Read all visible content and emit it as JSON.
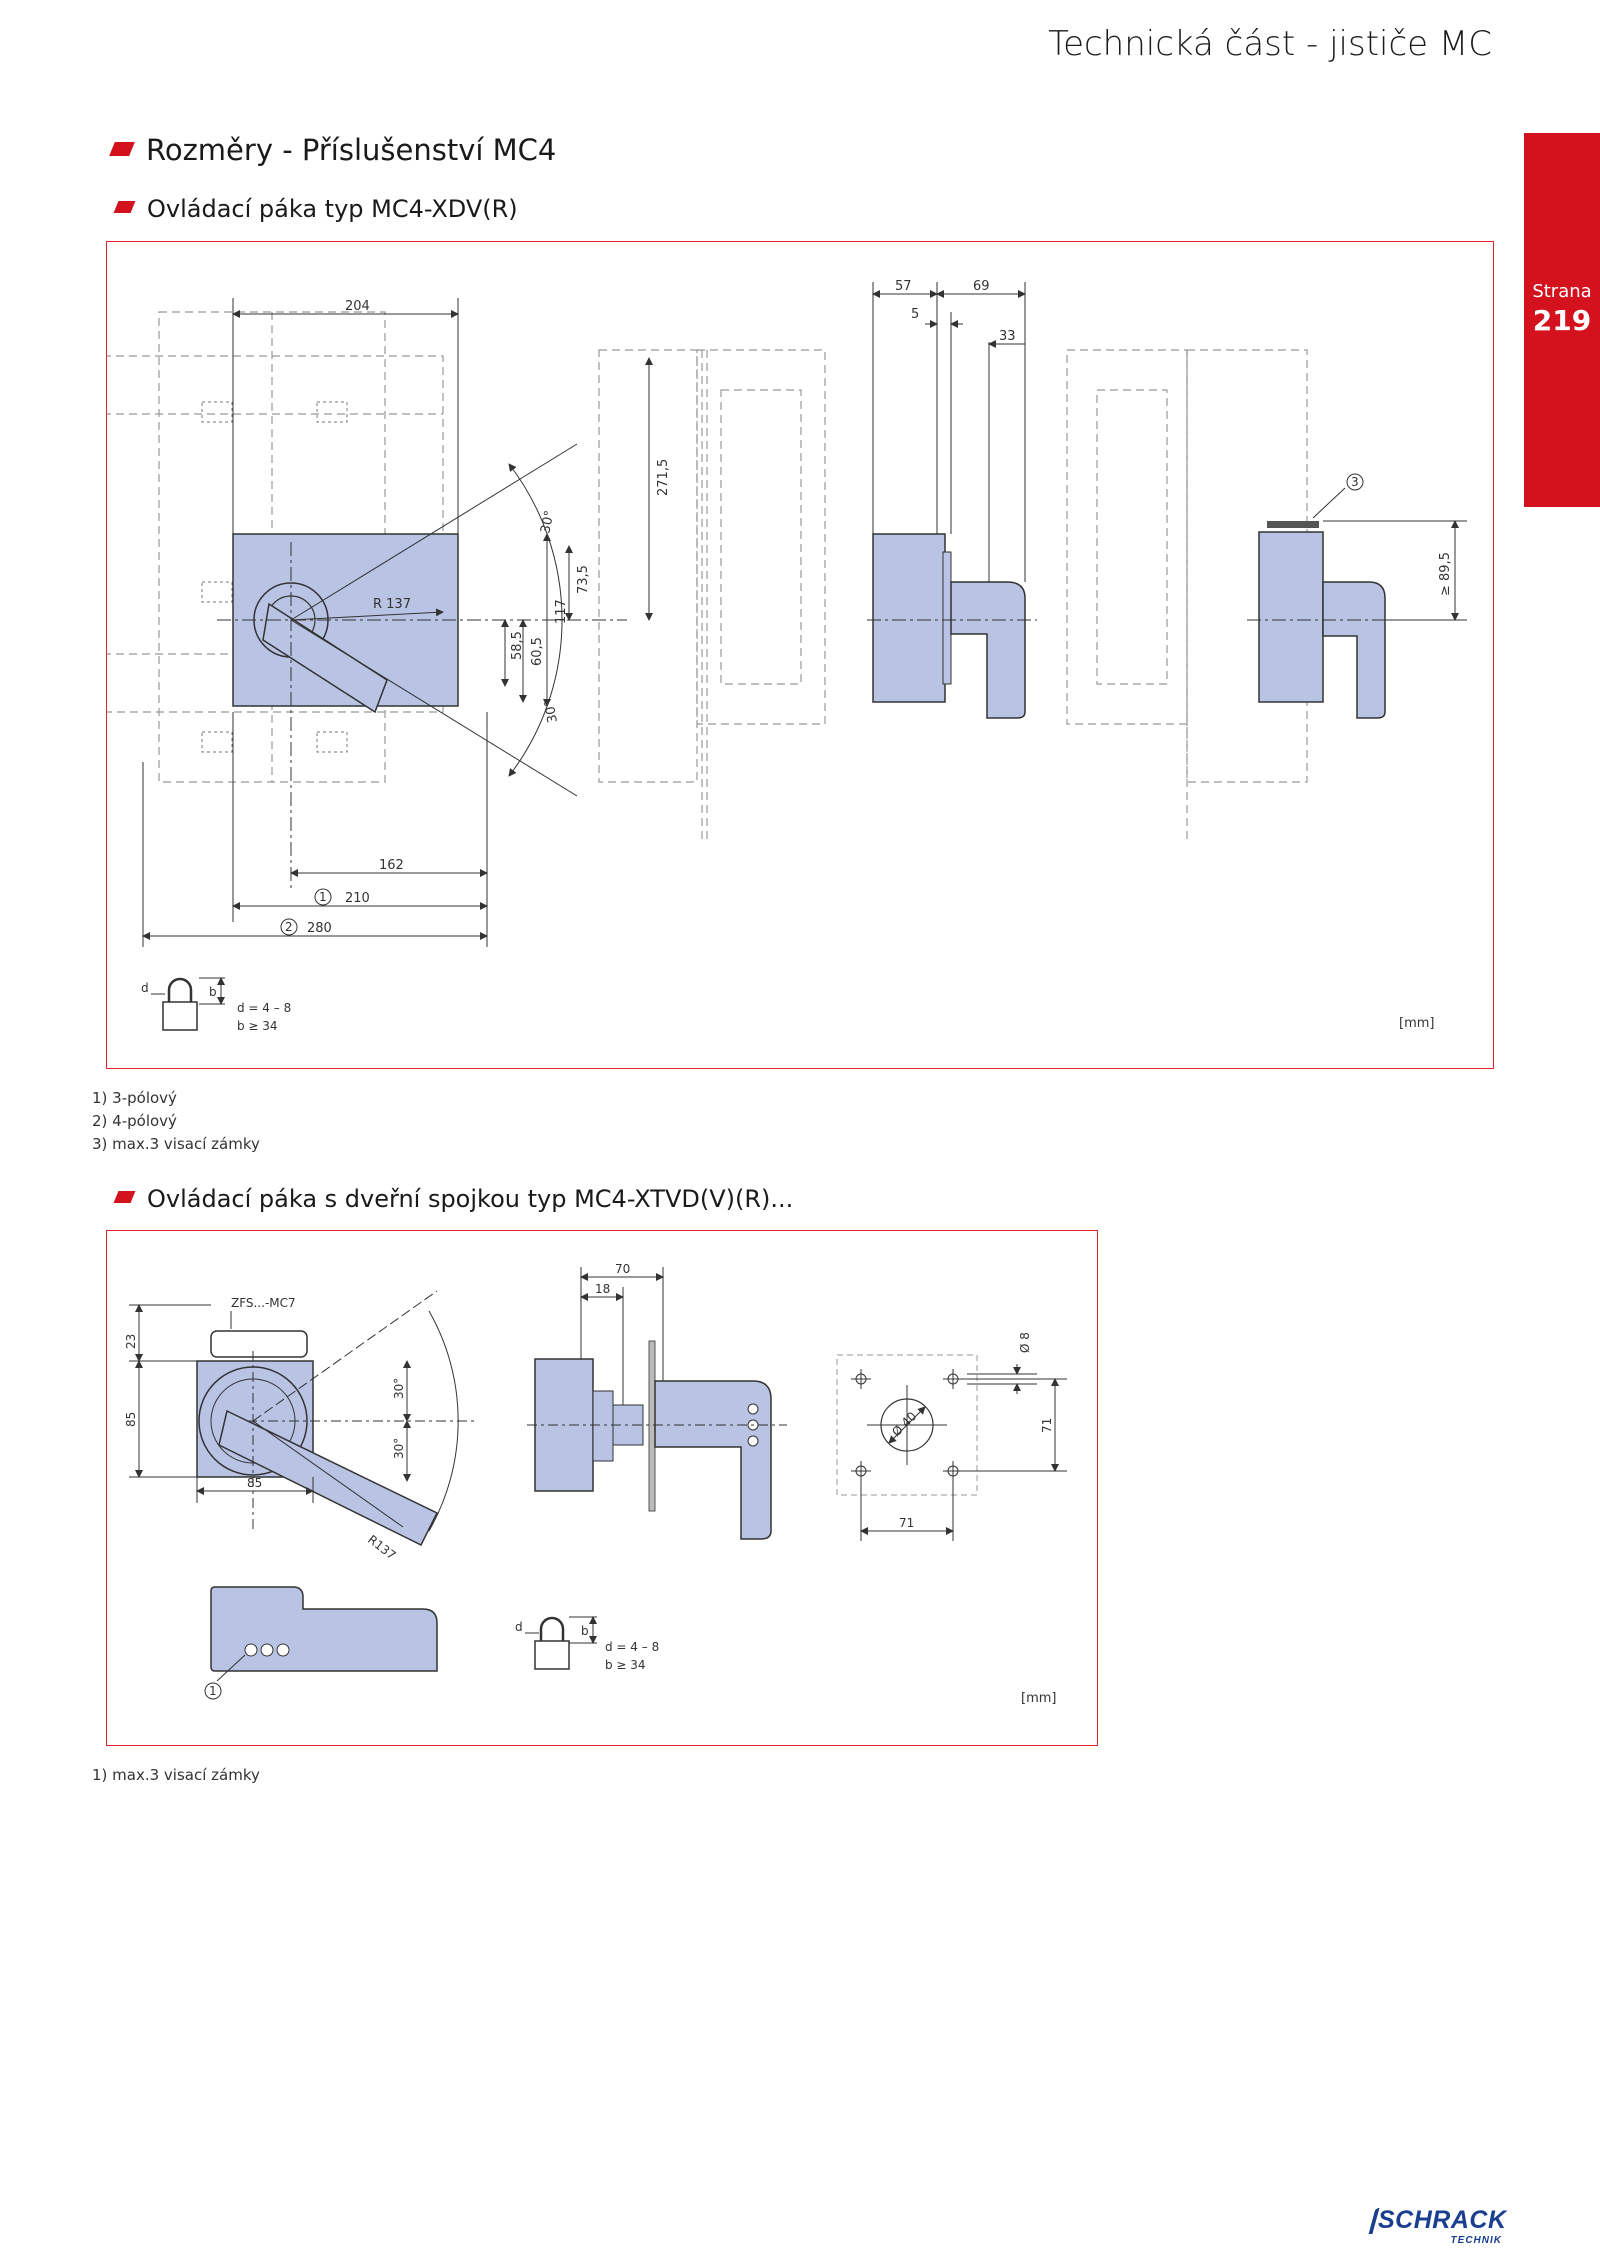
{
  "header": {
    "title": "Technická část - jističe MC"
  },
  "side_tab": {
    "label": "Strana",
    "page_number": "219"
  },
  "section": {
    "title": "Rozměry - Příslušenství MC4"
  },
  "figure1": {
    "title": "Ovládací páka typ MC4-XDV(R)",
    "unit": "[mm]",
    "dims": {
      "d204": "204",
      "d271_5": "271,5",
      "d73_5": "73,5",
      "d117": "117",
      "d60_5": "60,5",
      "d58_5": "58,5",
      "r137": "R 137",
      "a30a": "30°",
      "a30b": "30°",
      "d162": "162",
      "d210": "210",
      "d280": "280",
      "d57": "57",
      "d69": "69",
      "d5": "5",
      "d33": "33",
      "d89_5": "≥ 89,5",
      "c1": "1",
      "c2": "2",
      "c3": "3"
    },
    "lock": {
      "d": "d",
      "b": "b",
      "d_range": "d = 4 – 8",
      "b_range": "b ≥ 34"
    },
    "notes": [
      "1) 3-pólový",
      "2) 4-pólový",
      "3) max.3 visací zámky"
    ]
  },
  "figure2": {
    "title": "Ovládací páka s dveřní spojkou typ MC4-XTVD(V)(R)...",
    "unit": "[mm]",
    "dims": {
      "zfs": "ZFS...-MC7",
      "d23": "23",
      "d85v": "85",
      "d85h": "85",
      "a30a": "30°",
      "a30b": "30°",
      "r137": "R137",
      "d70": "70",
      "d18": "18",
      "d8": "Ø 8",
      "d40": "Ø 40",
      "d71v": "71",
      "d71h": "71",
      "c1": "1"
    },
    "lock": {
      "d": "d",
      "b": "b",
      "d_range": "d = 4 – 8",
      "b_range": "b ≥ 34"
    },
    "notes": [
      "1) max.3 visací zámky"
    ]
  },
  "logo": {
    "name": "SCHRACK",
    "sub": "TECHNIK"
  },
  "colors": {
    "accent": "#d4121e",
    "part_fill": "#b9c3e4",
    "frame": "#e0242e",
    "logo": "#1a3f8f"
  }
}
